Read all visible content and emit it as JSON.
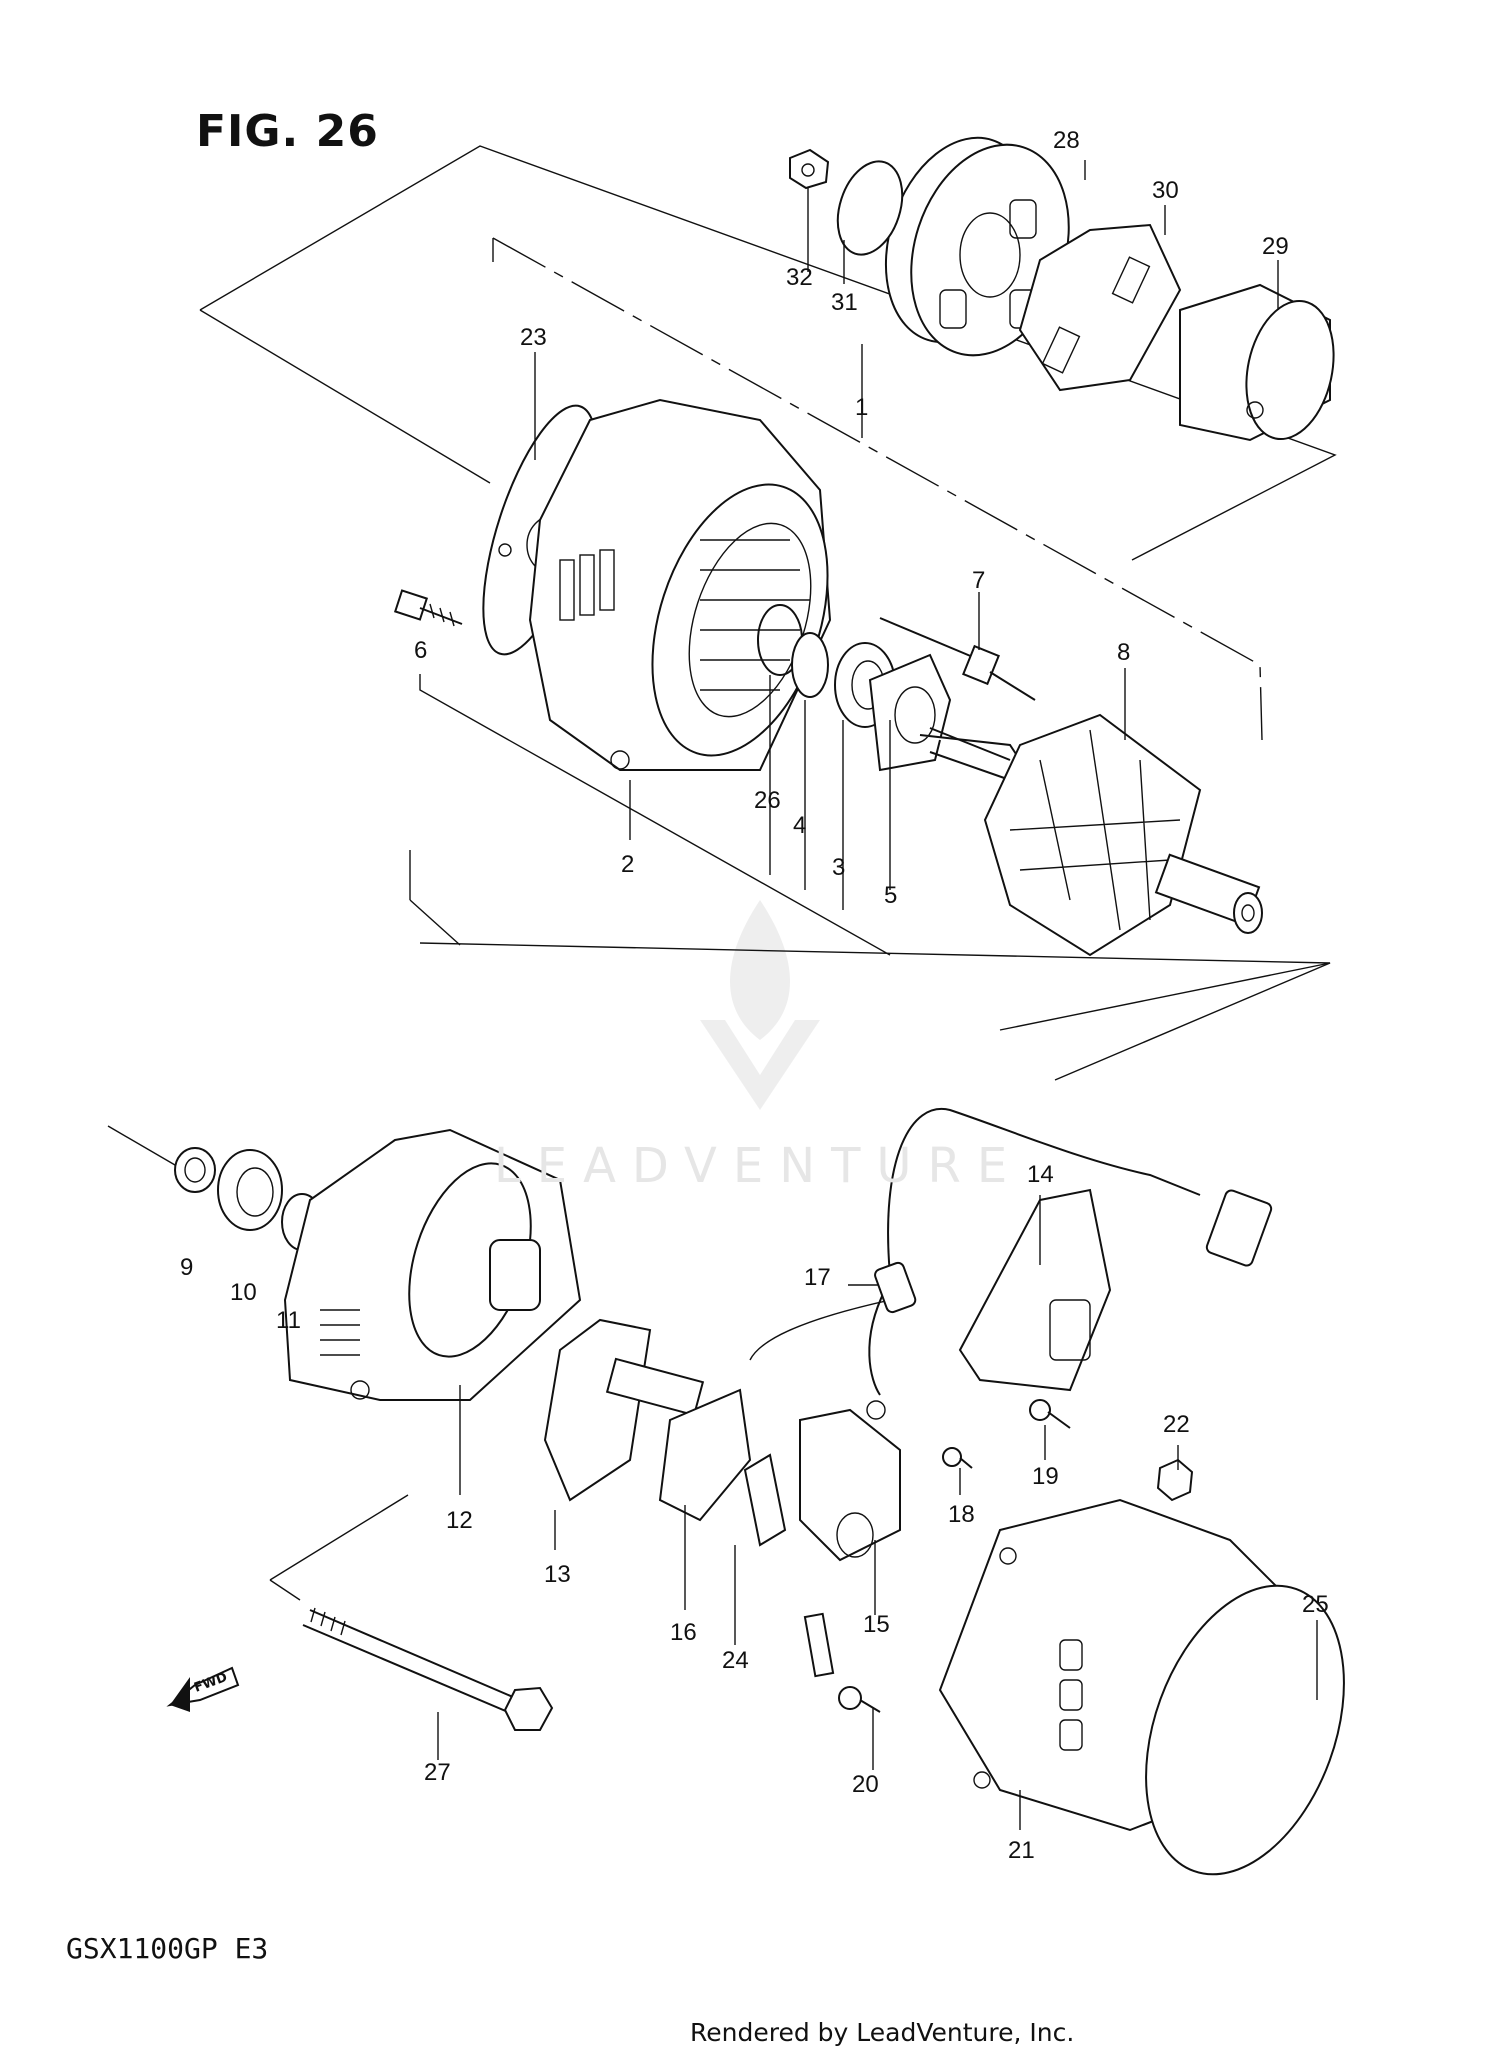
{
  "figure": {
    "title": "FIG. 26"
  },
  "model_code": "GSX1100GP  E3",
  "render_credit": "Rendered by LeadVenture, Inc.",
  "watermark": {
    "text": "LEADVENTURE"
  },
  "fwd_label": "FWD",
  "callouts": [
    "1",
    "2",
    "3",
    "4",
    "5",
    "6",
    "7",
    "8",
    "9",
    "10",
    "11",
    "12",
    "13",
    "14",
    "15",
    "16",
    "17",
    "18",
    "19",
    "20",
    "21",
    "22",
    "23",
    "24",
    "25",
    "26",
    "27",
    "28",
    "29",
    "30",
    "31",
    "32"
  ]
}
